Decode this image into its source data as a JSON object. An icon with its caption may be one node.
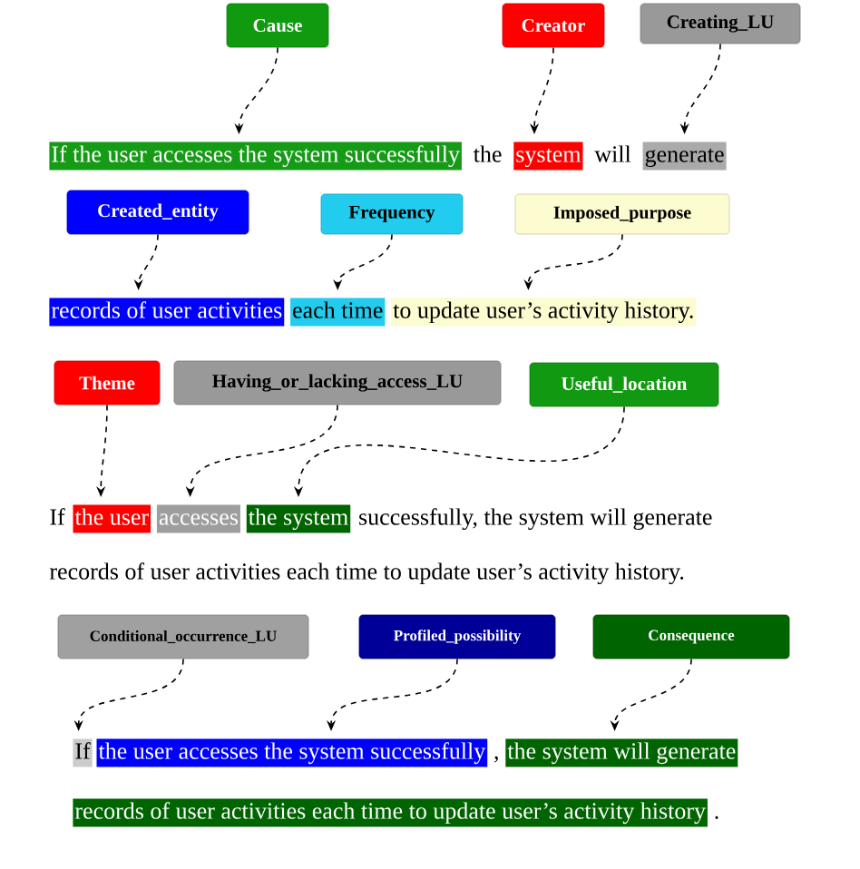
{
  "diagram": {
    "nodes": [
      {
        "text": [
          "Cause"
        ]
      },
      {
        "text": [
          "Creator"
        ]
      },
      {
        "text": [
          "Creating_LU"
        ]
      },
      {
        "text": [
          "If the user accesses the system successfully"
        ]
      },
      {
        "text": [
          "system"
        ]
      },
      {
        "text": [
          "generate"
        ]
      },
      {
        "text": [
          "Created_entity"
        ]
      },
      {
        "text": [
          "Frequency"
        ]
      },
      {
        "text": [
          "Imposed_purpose"
        ]
      },
      {
        "text": [
          "records of user activities"
        ]
      },
      {
        "text": [
          "each time"
        ]
      },
      {
        "text": [
          "to update user’s activity history."
        ]
      },
      {
        "text": [
          "Theme"
        ]
      },
      {
        "text": [
          "Having_or_lacking_access_LU"
        ]
      },
      {
        "text": [
          "Useful_location"
        ]
      },
      {
        "text": [
          "the user"
        ]
      },
      {
        "text": [
          "accesses"
        ]
      },
      {
        "text": [
          "the system"
        ]
      },
      {
        "text": [
          "Conditional_occurrence_LU"
        ]
      },
      {
        "text": [
          "Profiled_possibility"
        ]
      },
      {
        "text": [
          "Consequence"
        ]
      },
      {
        "text": [
          "If"
        ]
      },
      {
        "text": [
          "the user accesses the system successfully"
        ]
      },
      {
        "text": [
          "the system will generate"
        ]
      },
      {
        "text": [
          "records of user activities each time to update user’s activity history"
        ]
      }
    ],
    "edges": [
      {
        "from": 0,
        "to": 3,
        "arrow": "to",
        "style": "dashed"
      },
      {
        "from": 1,
        "to": 4,
        "arrow": "to",
        "style": "dashed"
      },
      {
        "from": 2,
        "to": 5,
        "arrow": "to",
        "style": "dashed"
      },
      {
        "from": 6,
        "to": 9,
        "arrow": "to",
        "style": "dashed"
      },
      {
        "from": 7,
        "to": 10,
        "arrow": "to",
        "style": "dashed"
      },
      {
        "from": 8,
        "to": 11,
        "arrow": "to",
        "style": "dashed"
      },
      {
        "from": 12,
        "to": 15,
        "arrow": "to",
        "style": "dashed"
      },
      {
        "from": 13,
        "to": 16,
        "arrow": "to",
        "style": "dashed"
      },
      {
        "from": 14,
        "to": 17,
        "arrow": "to",
        "style": "dashed"
      },
      {
        "from": 18,
        "to": 21,
        "arrow": "to",
        "style": "dashed"
      },
      {
        "from": 19,
        "to": 22,
        "arrow": "to",
        "style": "dashed"
      },
      {
        "from": 20,
        "to": 23,
        "arrow": "to",
        "style": "dashed"
      }
    ],
    "labels": [
      "the",
      "will",
      "If",
      "successfully, the system will generate",
      "records of user activities each time to update user’s activity history.",
      ",",
      "."
    ]
  }
}
